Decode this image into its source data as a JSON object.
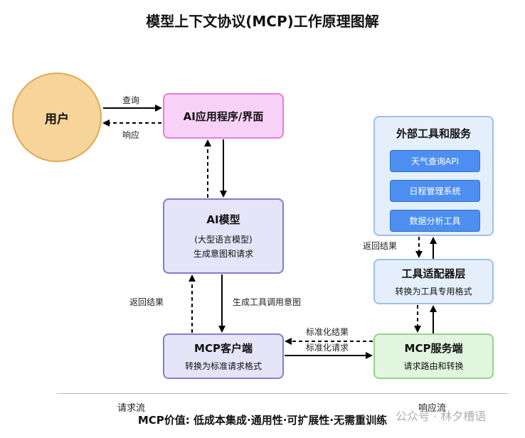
{
  "title": "模型上下文协议(MCP)工作原理图解",
  "nodes": {
    "user": {
      "label": "用户"
    },
    "ai_app": {
      "label": "AI应用程序/界面"
    },
    "ai_model": {
      "label": "AI模型",
      "sub1": "(大型语言模型)",
      "sub2": "生成意图和请求"
    },
    "mcp_client": {
      "label": "MCP客户端",
      "sub": "转换为标准请求格式"
    },
    "external": {
      "label": "外部工具和服务",
      "services": [
        "天气查询API",
        "日程管理系统",
        "数据分析工具"
      ]
    },
    "adapter": {
      "label": "工具适配器层",
      "sub": "转换为工具专用格式"
    },
    "mcp_server": {
      "label": "MCP服务端",
      "sub": "请求路由和转换"
    }
  },
  "edges": {
    "query": "查询",
    "response": "响应",
    "return_result_left": "返回结果",
    "gen_tool_intent": "生成工具调用意图",
    "std_result": "标准化结果",
    "std_request": "标准化请求",
    "return_result_right": "返回结果"
  },
  "legend": {
    "request": "请求流",
    "response": "响应流"
  },
  "footer": "MCP价值: 低成本集成·通用性·可扩展性·无需重训练",
  "watermark": "公众号 · 林夕槽语",
  "colors": {
    "user": "#f6d49a",
    "ai_app": "#f8d2f6",
    "ai_model": "#e6e4f8",
    "external": "#e5effc",
    "service": "#4d8ff0",
    "mcp_server": "#e2f6df"
  }
}
